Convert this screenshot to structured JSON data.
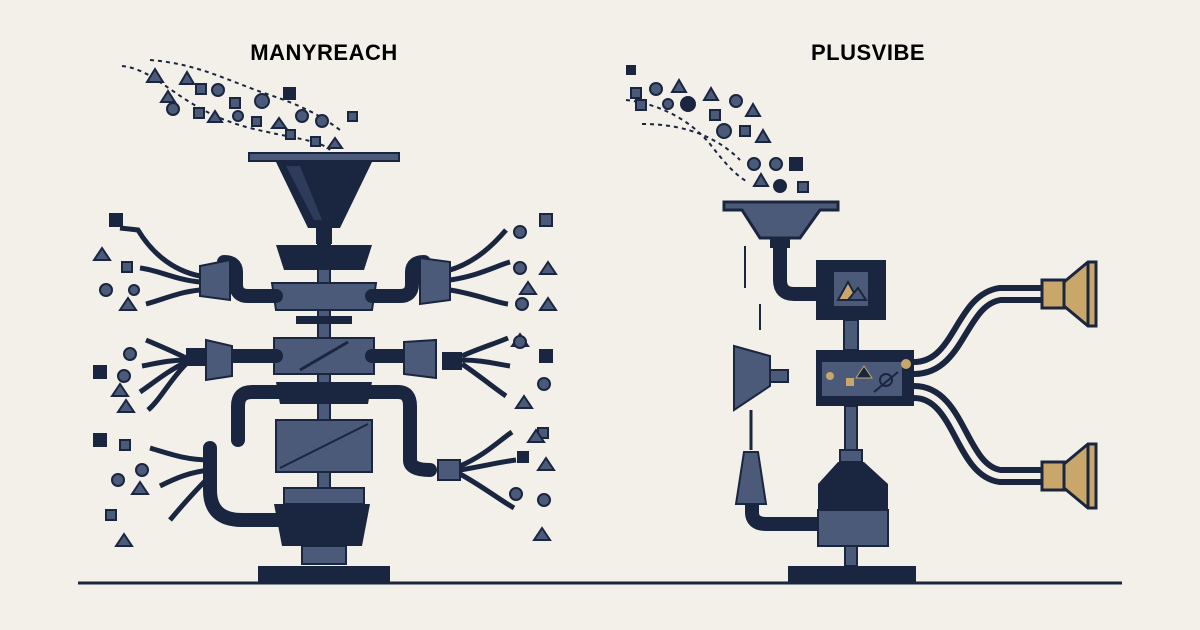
{
  "labels": {
    "left": "MANYREACH",
    "right": "PLUSVIBE"
  },
  "colors": {
    "background": "#f3f0e9",
    "navy": "#1a2540",
    "slate": "#4a5a78",
    "slate_light": "#5d6c8a",
    "gold": "#c9a76a",
    "cream": "#f3f0e9"
  },
  "icons": [
    "funnel-icon",
    "pipe-icon",
    "speaker-horn-icon",
    "square-particle",
    "circle-particle",
    "triangle-particle"
  ]
}
